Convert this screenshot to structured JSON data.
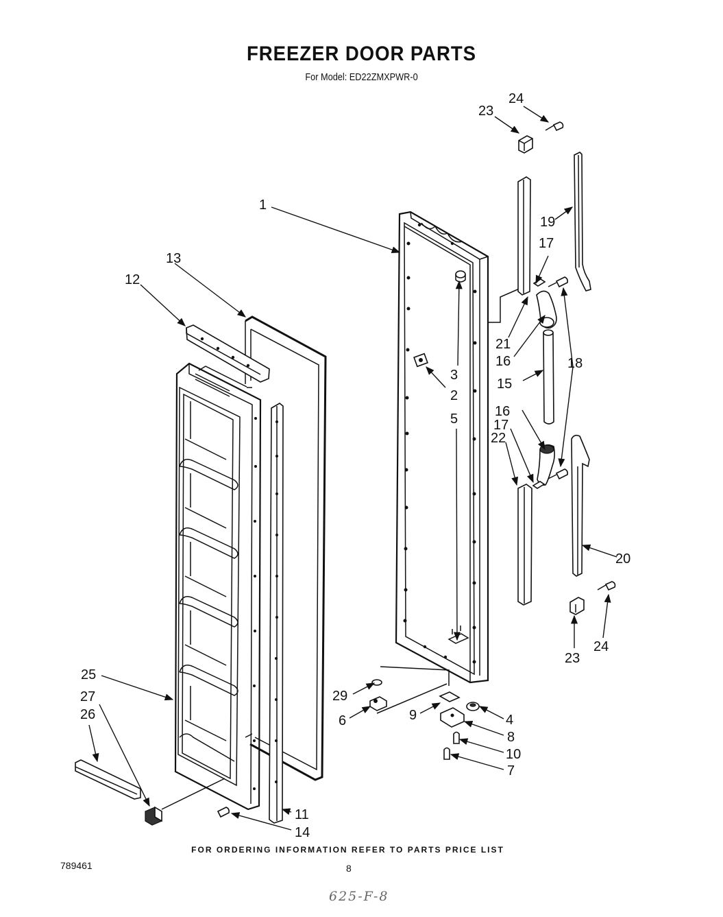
{
  "header": {
    "title": "FREEZER DOOR PARTS",
    "subtitle": "For Model: ED22ZMXPWR-0"
  },
  "footer": {
    "ordering_note": "FOR ORDERING INFORMATION REFER TO PARTS PRICE LIST",
    "document_number": "789461",
    "page_number": "8",
    "handwritten_note": "625-F-8"
  },
  "callouts": [
    "1",
    "2",
    "3",
    "4",
    "5",
    "6",
    "7",
    "8",
    "9",
    "10",
    "11",
    "12",
    "13",
    "14",
    "15",
    "16",
    "17",
    "18",
    "19",
    "20",
    "21",
    "22",
    "23",
    "24",
    "25",
    "26",
    "27",
    "29"
  ]
}
